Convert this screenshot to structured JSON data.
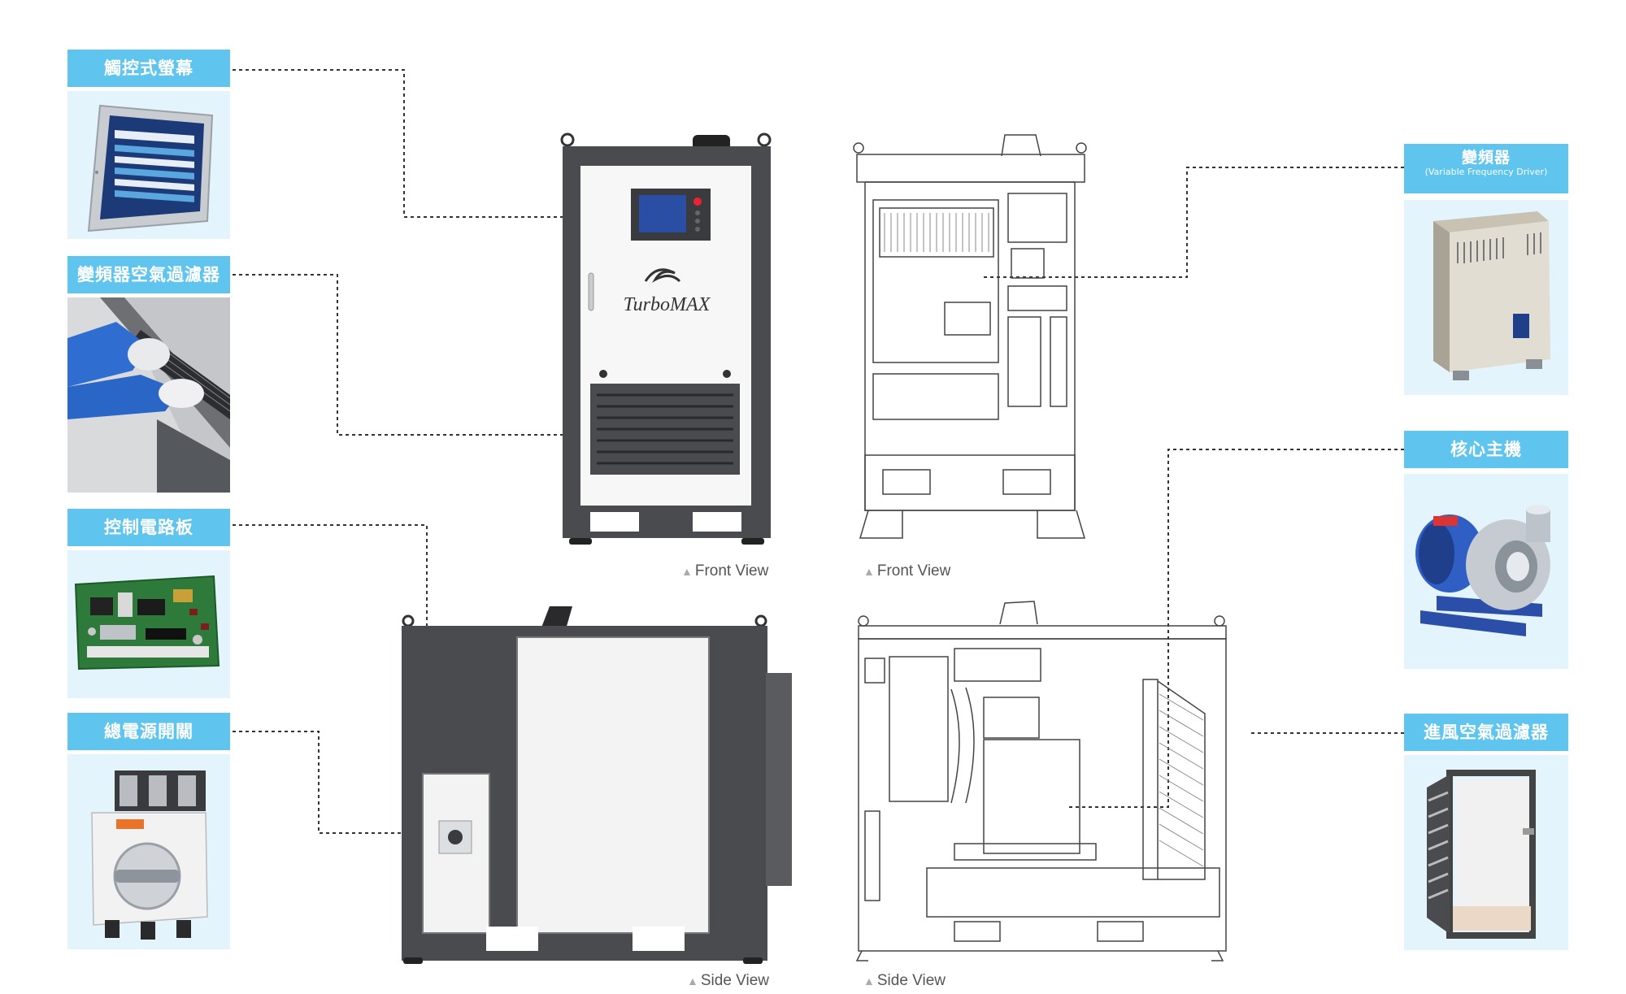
{
  "components": {
    "touchscreen": {
      "label": "觸控式螢幕"
    },
    "vfd_filter": {
      "label": "變頻器空氣過濾器"
    },
    "control_board": {
      "label": "控制電路板"
    },
    "main_switch": {
      "label": "總電源開關"
    },
    "vfd": {
      "label": "變頻器",
      "sublabel": "(Variable Frequency Driver)"
    },
    "core_unit": {
      "label": "核心主機"
    },
    "intake_filter": {
      "label": "進風空氣過濾器"
    }
  },
  "brand": {
    "name": "TurboMAX"
  },
  "views": {
    "front_photo": "Front View",
    "front_drawing": "Front View",
    "side_photo": "Side View",
    "side_drawing": "Side View"
  },
  "colors": {
    "label_bg": "#5fc4ee",
    "panel_bg": "#e3f4fc",
    "cabinet_dark": "#4a4b4f",
    "leader_line": "#333333"
  }
}
